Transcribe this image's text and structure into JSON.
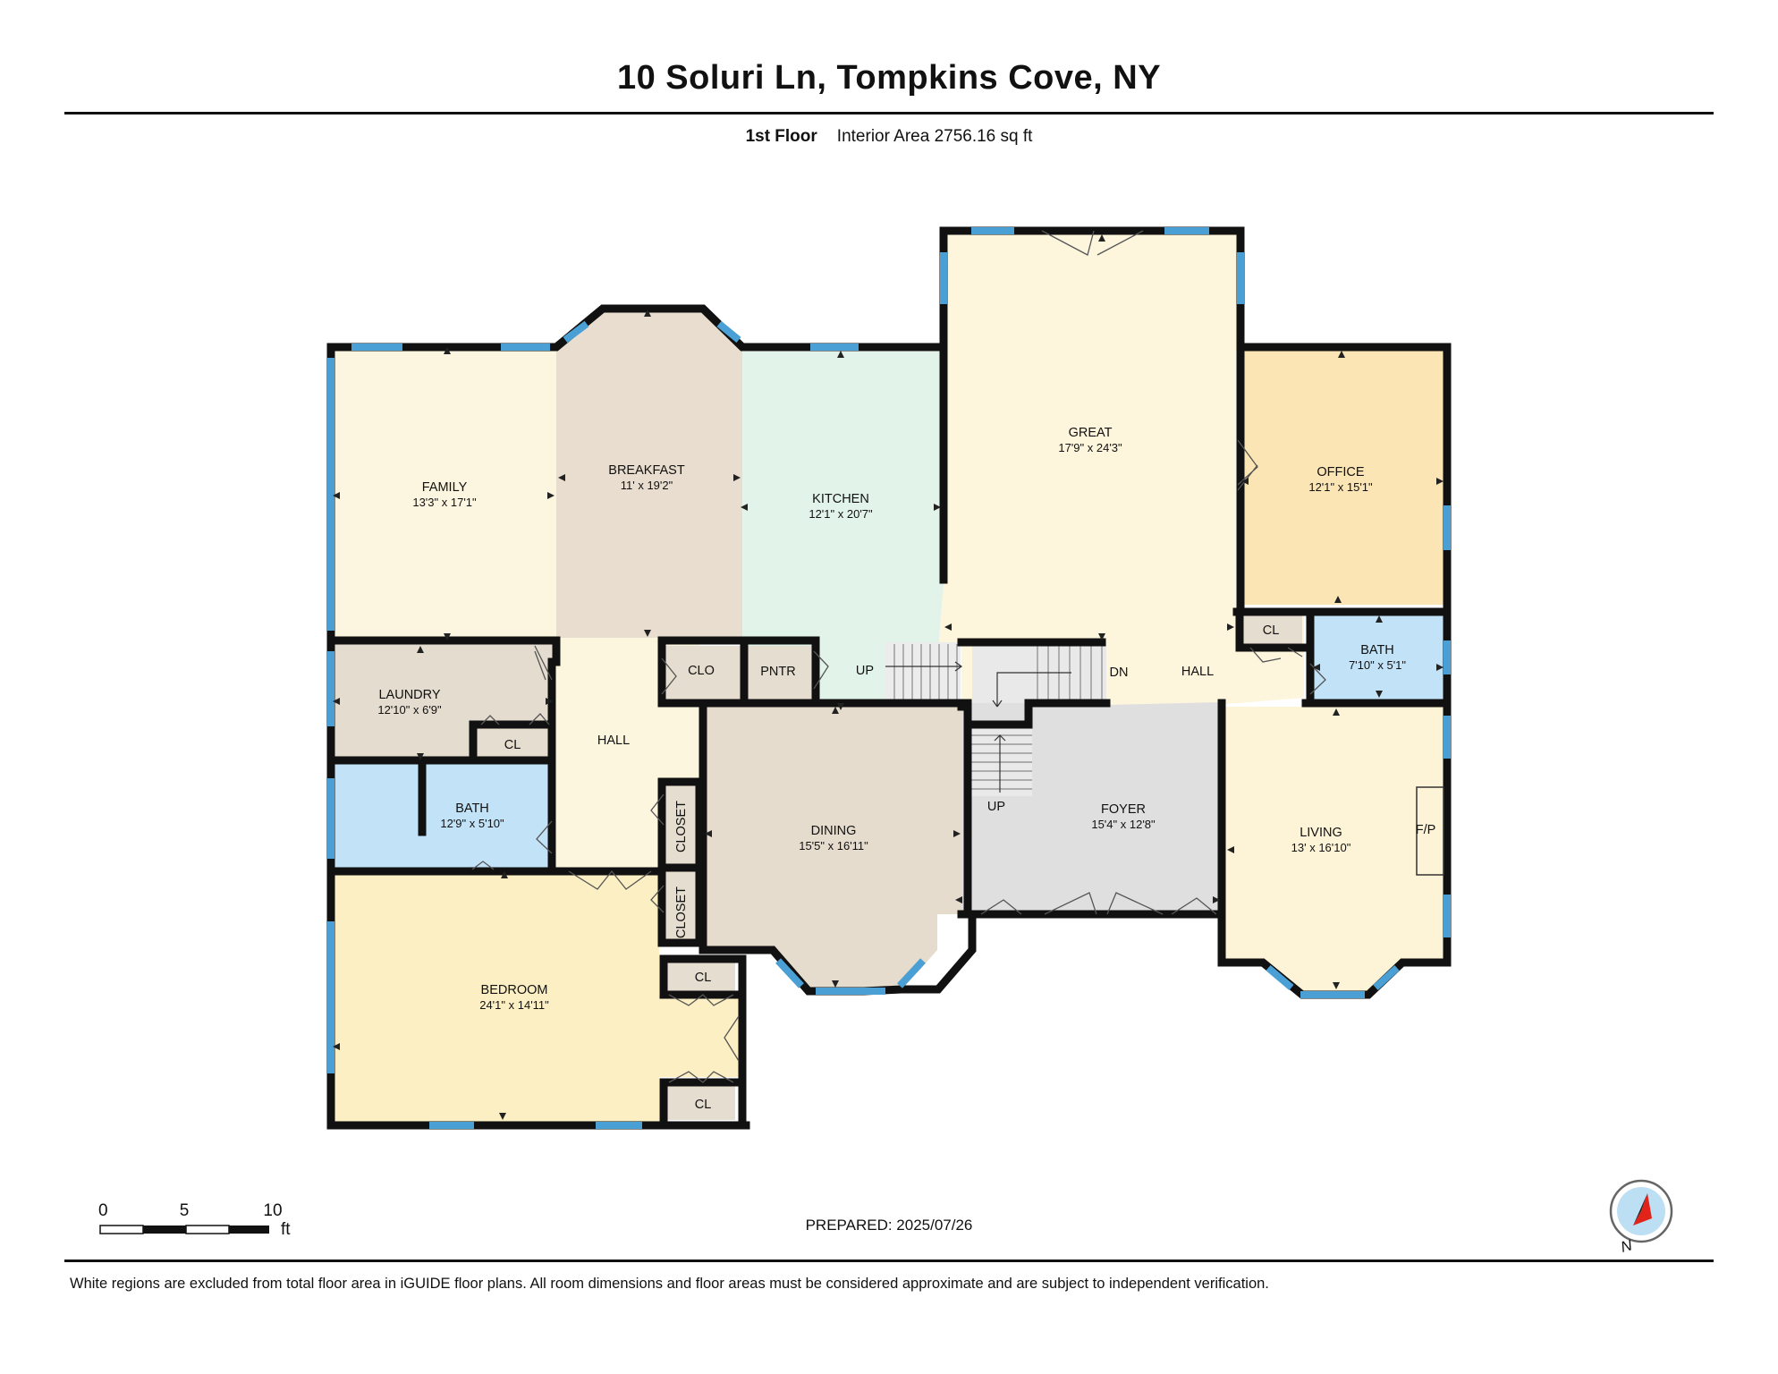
{
  "title": "10 Soluri Ln, Tompkins Cove, NY",
  "subtitle": {
    "floor": "1st Floor",
    "area": "Interior Area 2756.16 sq ft"
  },
  "rooms": {
    "family": {
      "name": "FAMILY",
      "dims": "13'3\" x 17'1\""
    },
    "breakfast": {
      "name": "BREAKFAST",
      "dims": "11' x 19'2\""
    },
    "kitchen": {
      "name": "KITCHEN",
      "dims": "12'1\" x 20'7\""
    },
    "great": {
      "name": "GREAT",
      "dims": "17'9\" x 24'3\""
    },
    "office": {
      "name": "OFFICE",
      "dims": "12'1\" x 15'1\""
    },
    "laundry": {
      "name": "LAUNDRY",
      "dims": "12'10\" x 6'9\""
    },
    "bath_left": {
      "name": "BATH",
      "dims": "12'9\" x 5'10\""
    },
    "bath_right": {
      "name": "BATH",
      "dims": "7'10\" x 5'1\""
    },
    "dining": {
      "name": "DINING",
      "dims": "15'5\" x 16'11\""
    },
    "foyer": {
      "name": "FOYER",
      "dims": "15'4\" x 12'8\""
    },
    "living": {
      "name": "LIVING",
      "dims": "13' x 16'10\""
    },
    "bedroom": {
      "name": "BEDROOM",
      "dims": "24'1\" x 14'11\""
    }
  },
  "labels": {
    "hall_left": "HALL",
    "hall_right": "HALL",
    "clo": "CLO",
    "pntr": "PNTR",
    "cl_laundry": "CL",
    "cl_office": "CL",
    "cl_bedroom_top": "CL",
    "cl_bedroom_bottom": "CL",
    "closet_upper": "CLOSET",
    "closet_lower": "CLOSET",
    "up_kitchen": "UP",
    "dn": "DN",
    "up_foyer": "UP",
    "fp": "F/P"
  },
  "scale": {
    "ticks": [
      "0",
      "5",
      "10"
    ],
    "unit": "ft"
  },
  "compass": {
    "label": "N"
  },
  "prepared": "PREPARED: 2025/07/26",
  "disclaimer": "White regions are excluded from total floor area in iGUIDE floor plans. All room dimensions and floor areas must be considered approximate and are subject to independent verification.",
  "colors": {
    "wall": "#111111",
    "window": "#4a9fd4",
    "family": "#fcf5df",
    "breakfast": "#e8ddce",
    "kitchen": "#e2f3ea",
    "great": "#fdf5dc",
    "office": "#fbe5b4",
    "bath": "#c2e2f7",
    "laundry": "#e3dccf",
    "dining": "#e5dcce",
    "foyer": "#dfdfdf",
    "living": "#fdf4d8",
    "bedroom": "#fcefc3",
    "hall": "#fdf6df",
    "closet": "#e5ddcf"
  }
}
